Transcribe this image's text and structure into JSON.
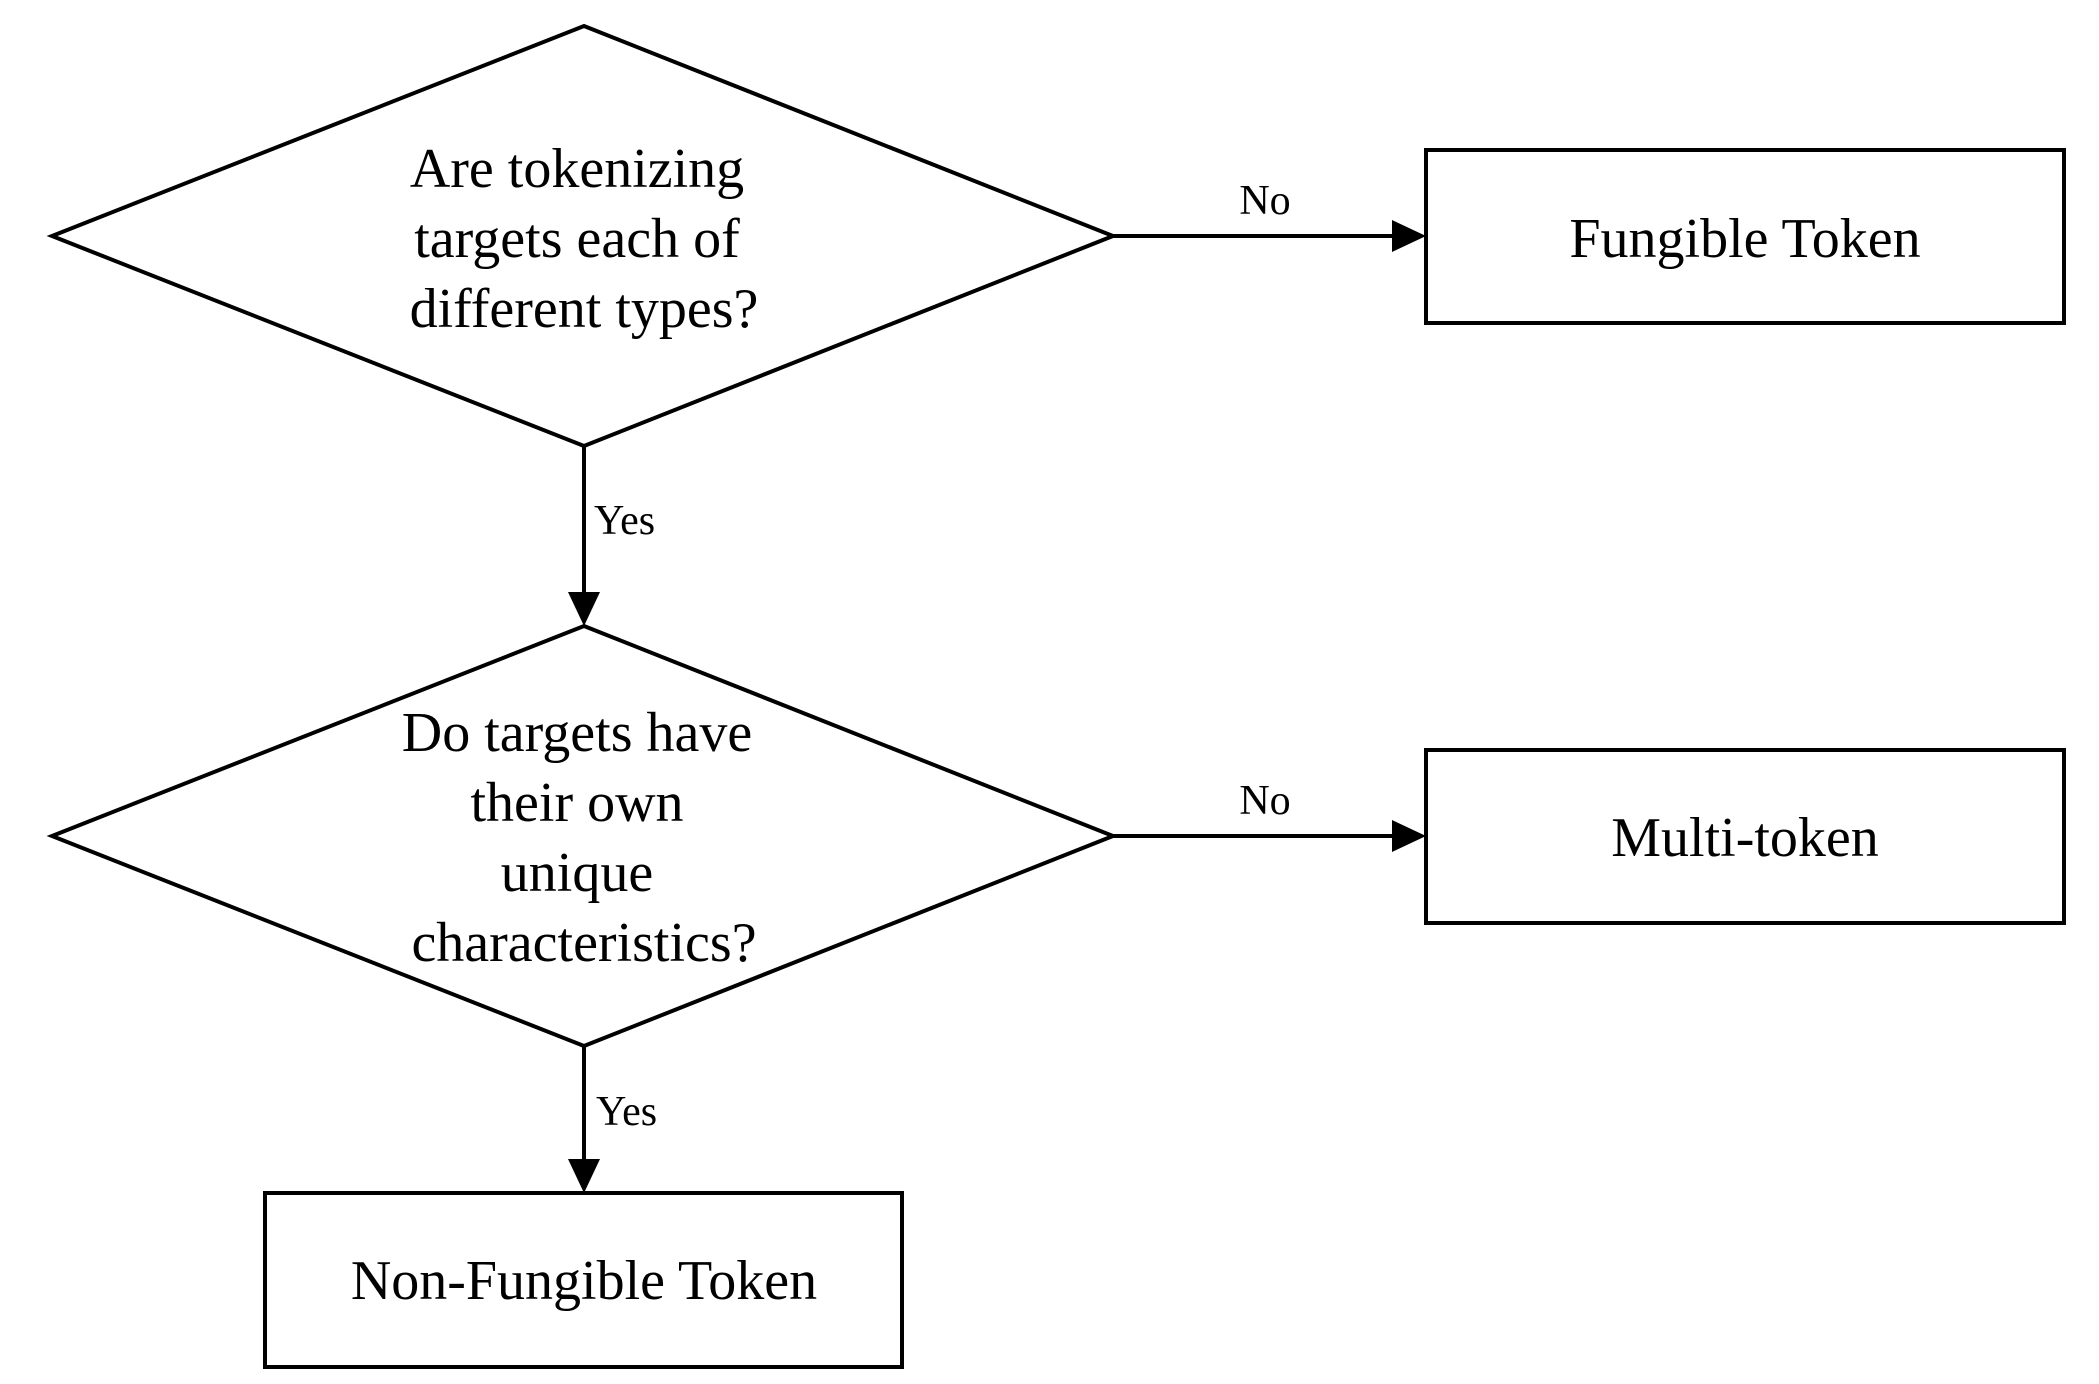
{
  "decisions": [
    {
      "lines": [
        "Are tokenizing",
        "targets each of",
        "different types?"
      ]
    },
    {
      "lines": [
        "Do targets have",
        "their own",
        "unique",
        "characteristics?"
      ]
    }
  ],
  "outcomes": {
    "fungible": "Fungible Token",
    "multi": "Multi-token",
    "non_fungible": "Non-Fungible Token"
  },
  "edge_labels": {
    "d1_no": "No",
    "d1_yes": "Yes",
    "d2_no": "No",
    "d2_yes": "Yes"
  }
}
